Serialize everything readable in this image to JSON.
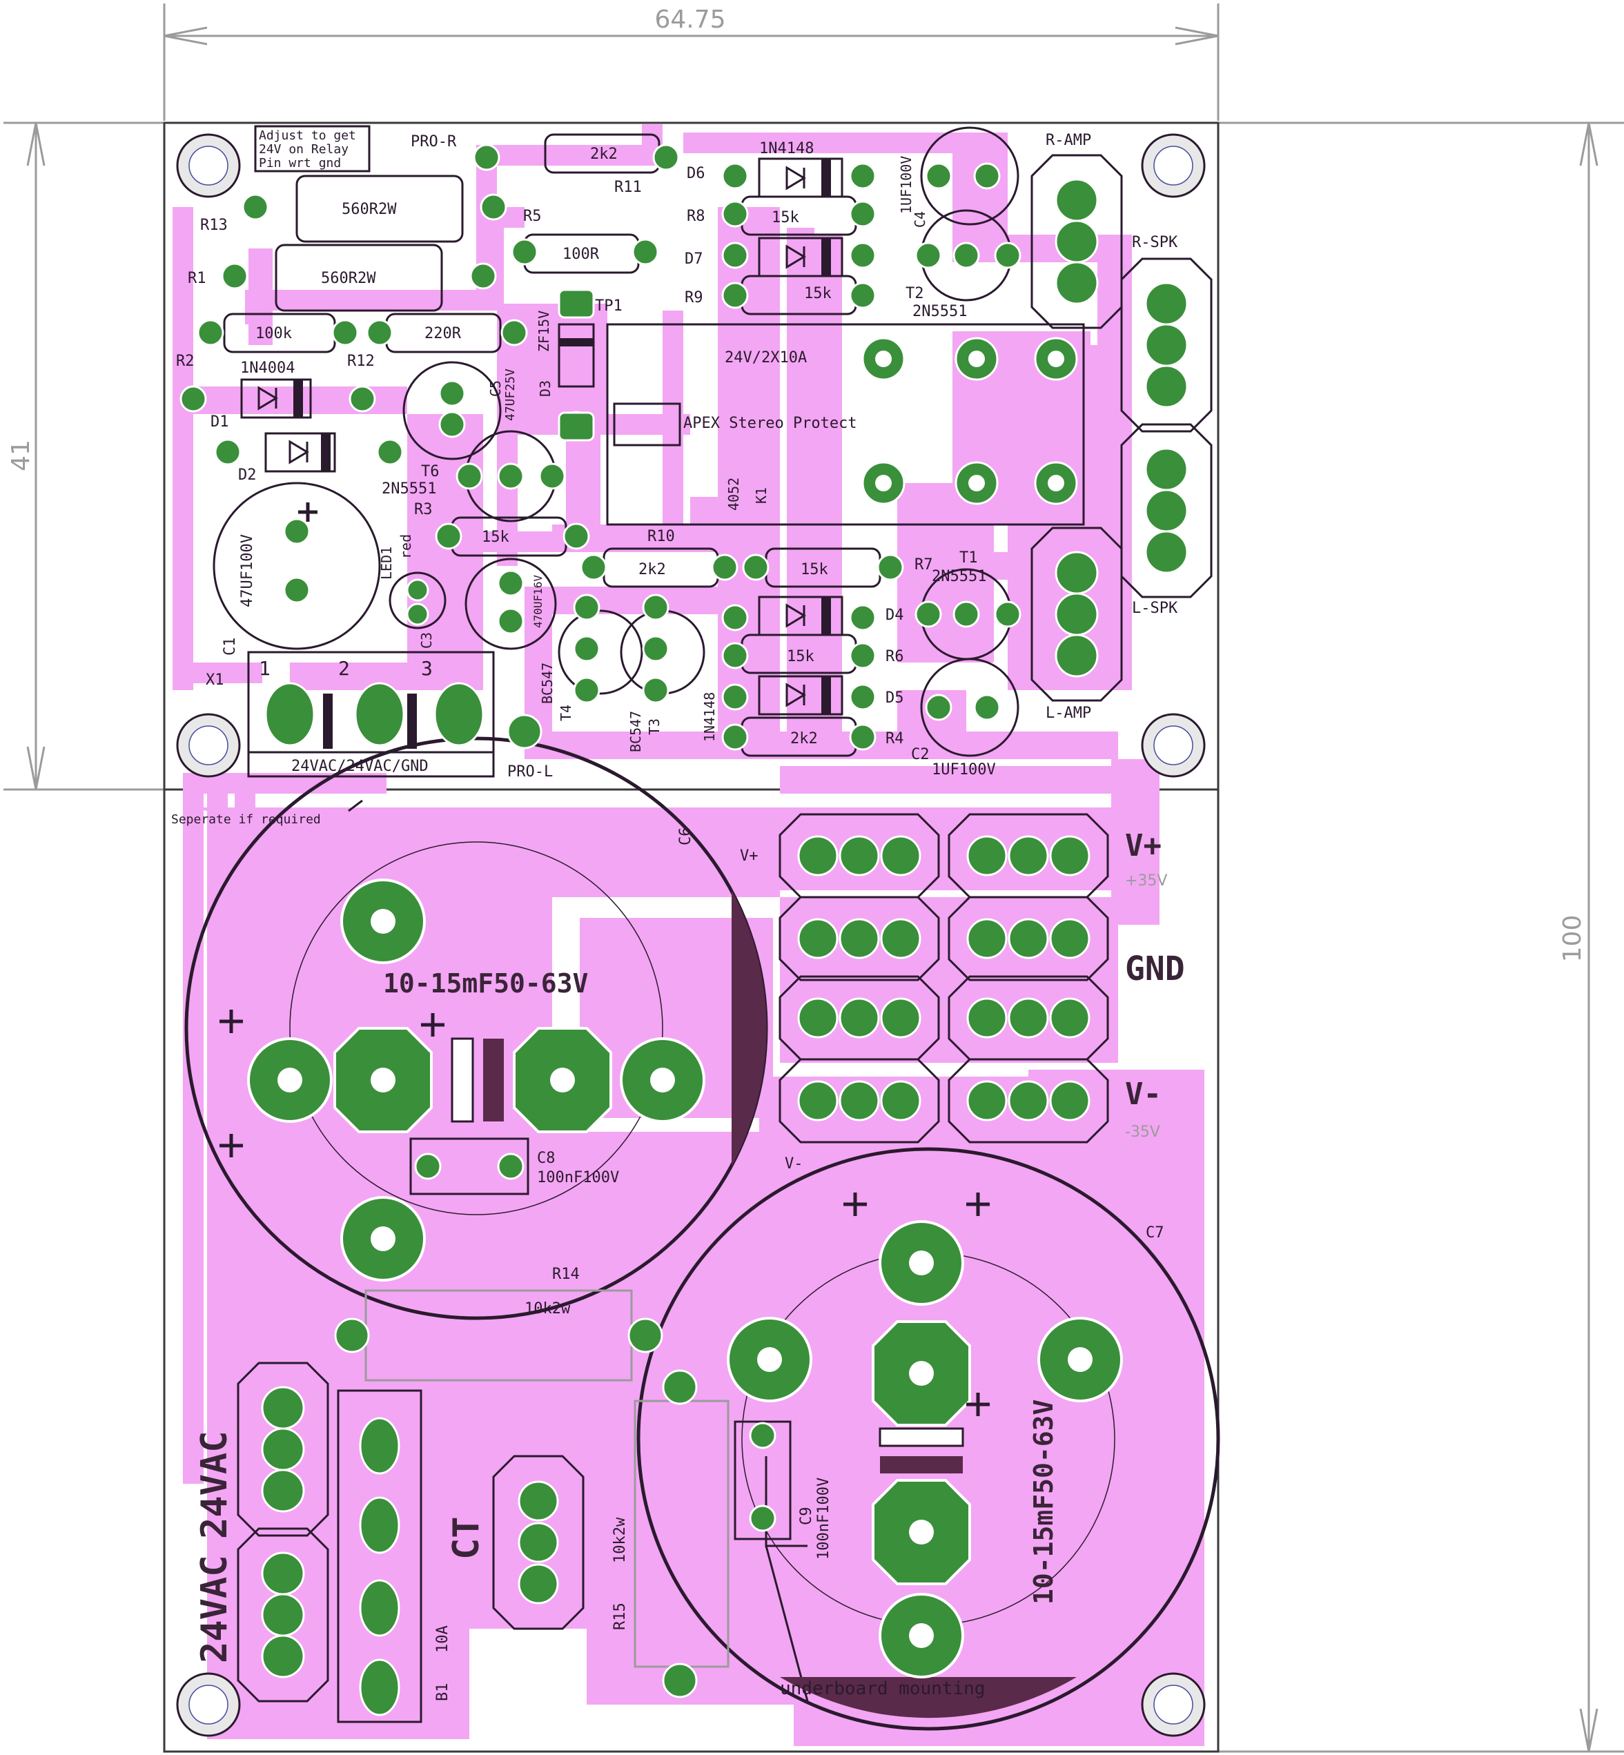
{
  "dimensions": {
    "width": "64.75",
    "height_upper": "41",
    "height_total": "100"
  },
  "notes": {
    "adjust": [
      "Adjust to get",
      "24V on Relay",
      "Pin wrt gnd"
    ],
    "separate": "Seperate if required",
    "underboard": "underboard mounting",
    "title": "APEX Stereo Protect"
  },
  "labels": {
    "pro_r": "PRO-R",
    "pro_l": "PRO-L",
    "r_amp": "R-AMP",
    "r_spk": "R-SPK",
    "l_spk": "L-SPK",
    "l_amp": "L-AMP",
    "tp1": "TP1",
    "x1": "X1",
    "v_plus": "V+",
    "v_plus_small": "V+",
    "plus35": "+35V",
    "gnd": "GND",
    "v_minus": "V-",
    "v_minus_small": "V-",
    "minus35": "-35V",
    "ct": "CT",
    "ac1": "24VAC",
    "ac2": "24VAC",
    "terminal": "24VAC/24VAC/GND",
    "t1": "1",
    "t2": "2",
    "t3": "3"
  },
  "components": {
    "r13": "R13",
    "r13v": "560R2W",
    "r1": "R1",
    "r1v": "560R2W",
    "r2": "R2",
    "r2v": "100k",
    "r12": "R12",
    "r12v": "220R",
    "r11": "R11",
    "r11v": "2k2",
    "r5": "R5",
    "r5v": "100R",
    "r8": "R8",
    "r8v": "15k",
    "r9": "R9",
    "r9v": "15k",
    "r3": "R3",
    "r3v": "15k",
    "r10": "R10",
    "r10v": "2k2",
    "r7": "R7",
    "r7v": "15k",
    "r6": "R6",
    "r6v": "15k",
    "r4": "R4",
    "r4v": "2k2",
    "r14": "R14",
    "r14v": "10k2w",
    "r15": "R15",
    "r15v": "10k2w",
    "d1": "D1",
    "d1v": "1N4004",
    "d2": "D2",
    "d3": "D3",
    "d3v": "ZF15V",
    "d6": "D6",
    "d6v": "1N4148",
    "d7": "D7",
    "d4": "D4",
    "d5": "D5",
    "d5v": "1N4148",
    "c4": "C4",
    "c4v": "1UF100V",
    "c2": "C2",
    "c2v": "1UF100V",
    "c5": "C5",
    "c5v": "47UF25V",
    "c1": "C1",
    "c1v": "47UF100V",
    "c3": "C3",
    "c3v": "470UF16V",
    "c6": "C6",
    "c6v": "10-15mF50-63V",
    "c7": "C7",
    "c7v": "10-15mF50-63V",
    "c8": "C8",
    "c8v": "100nF100V",
    "c9": "C9",
    "c9v": "100nF100V",
    "t2": "T2",
    "t2v": "2N5551",
    "t6": "T6",
    "t6v": "2N5551",
    "t1": "T1",
    "t1v": "2N5551",
    "t4": "T4",
    "t4v": "BC547",
    "t3": "T3",
    "t3v": "BC547",
    "led1": "LED1",
    "led1v": "red",
    "k1": "K1",
    "k1v": "4052",
    "relay": "24V/2X10A",
    "b1": "B1",
    "b1v": "10A"
  },
  "colors": {
    "copper": "#f3a6f3",
    "pad": "#3a8f3a",
    "pad_light": "#4caf4c",
    "silk": "#2a1a2e",
    "dim": "#9b9b9b",
    "board_edge": "#3a3a3a"
  }
}
